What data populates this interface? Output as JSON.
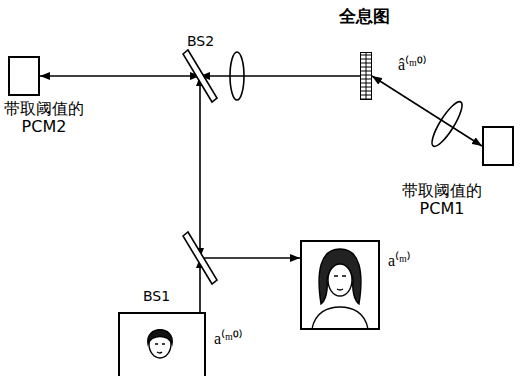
{
  "diagram": {
    "nodes": [
      {
        "text": [
          "带取阈值的 PCM2"
        ]
      },
      {
        "text": [
          "BS2"
        ]
      },
      {
        "text": [
          "全息图"
        ]
      },
      {
        "text": [
          "带取阈值的 PCM1"
        ]
      },
      {
        "text": [
          "BS1"
        ]
      },
      {
        "text": [
          "a⁽ᵐ⁾"
        ]
      },
      {
        "text": [
          "a⁽ᵐ⁰⁾"
        ]
      }
    ],
    "edges": [
      {
        "from": 6,
        "to": 4,
        "arrow": "to"
      },
      {
        "from": 4,
        "to": 5,
        "arrow": "to"
      },
      {
        "from": 4,
        "to": 1,
        "arrow": "both"
      },
      {
        "from": 1,
        "to": 0,
        "arrow": "both"
      },
      {
        "from": 2,
        "to": 1,
        "arrow": "to"
      },
      {
        "from": 2,
        "to": 3,
        "arrow": "both"
      }
    ],
    "labels": [
      "â⁽ᵐ⁰⁾"
    ]
  }
}
